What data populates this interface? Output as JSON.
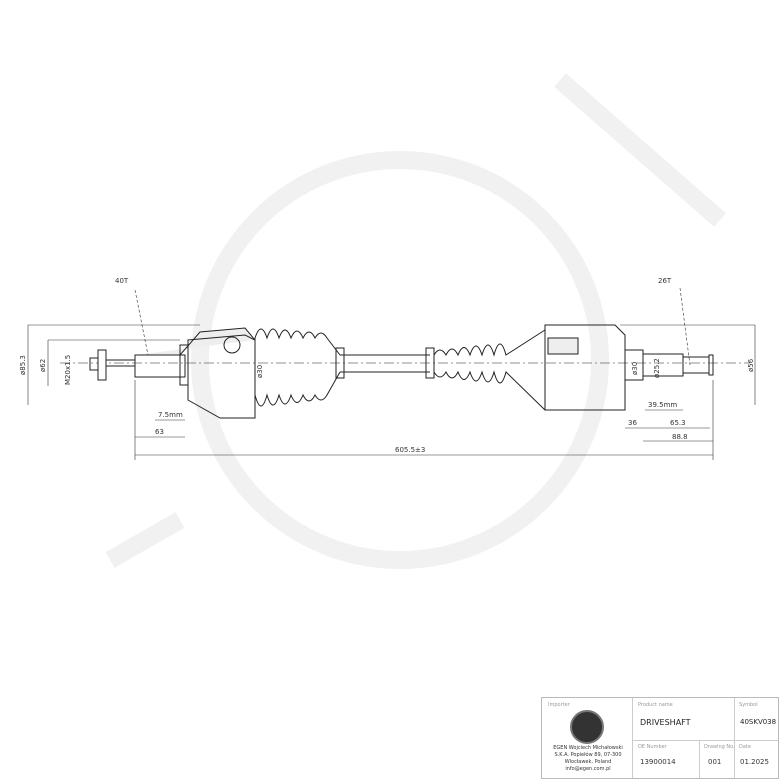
{
  "drawing": {
    "callouts": {
      "left_spline": "40T",
      "right_spline": "26T"
    },
    "dimensions": {
      "outer_diameter": "ø85.3",
      "abs_diameter": "ø62",
      "thread": "M20x1.5",
      "left_offset": "7.5mm",
      "left_length": "63",
      "overall_length": "605.5±3",
      "boot_diameter": "ø30",
      "right_seal_diameter": "ø30",
      "right_shaft_diameter": "ø25.2",
      "right_stub_length": "39.5mm",
      "right_flange": "36",
      "right_length_a": "65.3",
      "right_length_b": "88.8",
      "right_outer_diameter": "ø56"
    }
  },
  "title_block": {
    "importer_caption": "Importer",
    "importer_text": "EGEN Wojciech Michałowski S.K.A. Popiełów 89, 07-300 Wlocławek, Poland info@egen.com.pl",
    "product_caption": "Product name",
    "product_name": "DRIVESHAFT",
    "symbol_caption": "Symbol",
    "symbol": "40SKV038",
    "oe_caption": "OE Number",
    "oe_number": "13900014",
    "drawing_caption": "Drawing No.",
    "drawing_no": "001",
    "date_caption": "Date",
    "date": "01.2025"
  }
}
